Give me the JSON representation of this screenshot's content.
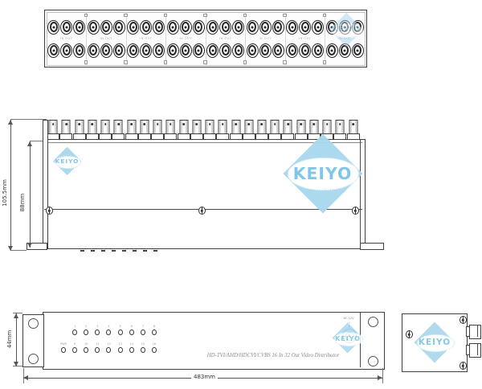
{
  "brand": {
    "name": "KEIYO"
  },
  "colors": {
    "line": "#3f3f3f",
    "logo_blue": "#a9d7ee",
    "logo_text": "#79c3e6",
    "power_teal": "#2e8fb8",
    "panel_text_gray": "#8b8b8b"
  },
  "rear_panel_top_view": {
    "groups": 8,
    "columns_per_group": 3,
    "rows": 2,
    "total_bnc": 48,
    "group_label": "IN OUT"
  },
  "rear_elevation": {
    "bnc_count": 24,
    "outer_height_label": "105.5mm",
    "inner_height_label": "88mm",
    "screw_count": 3,
    "vent_dash_count": 8
  },
  "front_panel": {
    "height_label": "44mm",
    "width_label": "483mm",
    "led_row_top": [
      "1",
      "2",
      "3",
      "4",
      "5",
      "6",
      "7",
      "8"
    ],
    "led_row_bottom": [
      "PWR",
      "9",
      "10",
      "11",
      "12",
      "13",
      "14",
      "15",
      "16"
    ],
    "title_text": "HD-TVI/AHD/HDCVI/CVBS 16 In 32 Out Video Distributor",
    "power_label": "DC 12V",
    "power_marks": "- +"
  },
  "side_view": {
    "bnc_count": 2,
    "screw_count": 3
  }
}
